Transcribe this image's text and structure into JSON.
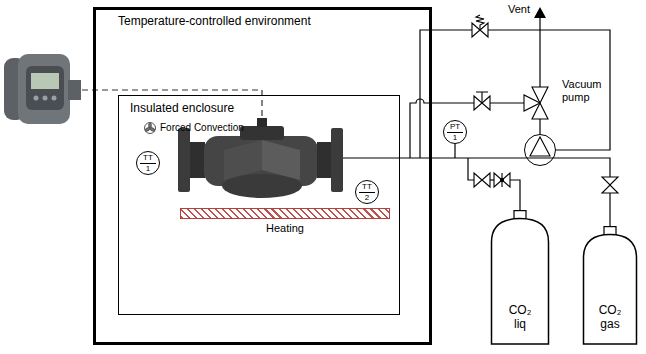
{
  "diagram": {
    "nodes": [
      {
        "text": [
          "Temperature-controlled environment"
        ]
      },
      {
        "text": [
          "Insulated enclosure",
          "Forced Convection"
        ],
        "in": 0
      },
      {
        "text": [
          "TT",
          "1"
        ],
        "in": 1
      },
      {
        "text": [
          "TT",
          "2"
        ],
        "in": 1
      },
      {
        "text": [
          "Heating"
        ],
        "in": 1
      },
      {
        "text": [
          "PT",
          "1"
        ]
      },
      {
        "text": [
          "Vacuum pump"
        ]
      },
      {
        "text": [
          "CO₂ liq"
        ]
      },
      {
        "text": [
          "CO₂ gas"
        ]
      }
    ],
    "labels": [
      "Vent"
    ]
  }
}
